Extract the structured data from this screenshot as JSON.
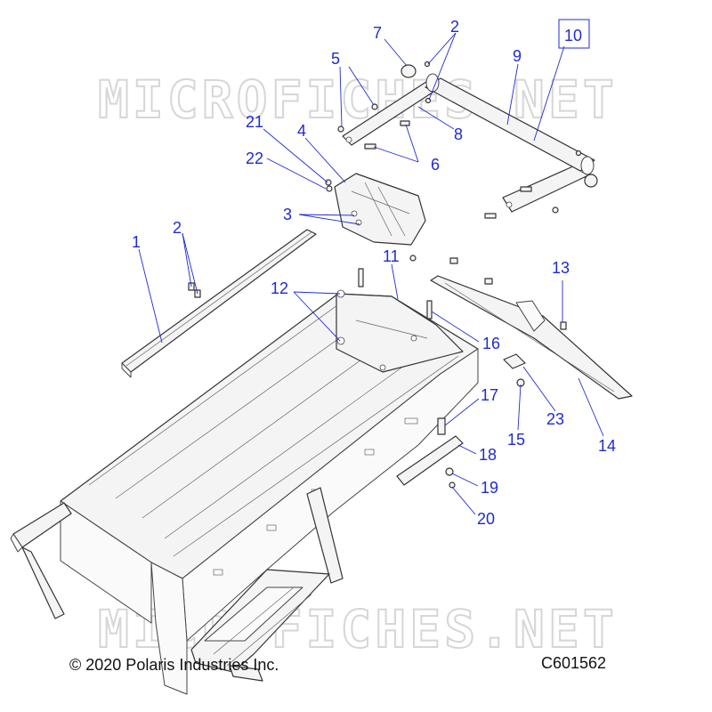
{
  "watermark": "MICROFICHES.NET",
  "footer": {
    "copyright": "© 2020 Polaris Industries Inc.",
    "diagram_code": "C601562"
  },
  "callouts": [
    {
      "id": "c1",
      "text": "1"
    },
    {
      "id": "c2a",
      "text": "2"
    },
    {
      "id": "c2b",
      "text": "2"
    },
    {
      "id": "c3",
      "text": "3"
    },
    {
      "id": "c4",
      "text": "4"
    },
    {
      "id": "c5",
      "text": "5"
    },
    {
      "id": "c6",
      "text": "6"
    },
    {
      "id": "c7",
      "text": "7"
    },
    {
      "id": "c8",
      "text": "8"
    },
    {
      "id": "c9",
      "text": "9"
    },
    {
      "id": "c10",
      "text": "10"
    },
    {
      "id": "c11",
      "text": "11"
    },
    {
      "id": "c12",
      "text": "12"
    },
    {
      "id": "c13",
      "text": "13"
    },
    {
      "id": "c14",
      "text": "14"
    },
    {
      "id": "c15",
      "text": "15"
    },
    {
      "id": "c16",
      "text": "16"
    },
    {
      "id": "c17",
      "text": "17"
    },
    {
      "id": "c18",
      "text": "18"
    },
    {
      "id": "c19",
      "text": "19"
    },
    {
      "id": "c20",
      "text": "20"
    },
    {
      "id": "c21",
      "text": "21"
    },
    {
      "id": "c22",
      "text": "22"
    },
    {
      "id": "c23",
      "text": "23"
    }
  ],
  "colors": {
    "callout": "#1f2bd0",
    "line": "#333333"
  }
}
